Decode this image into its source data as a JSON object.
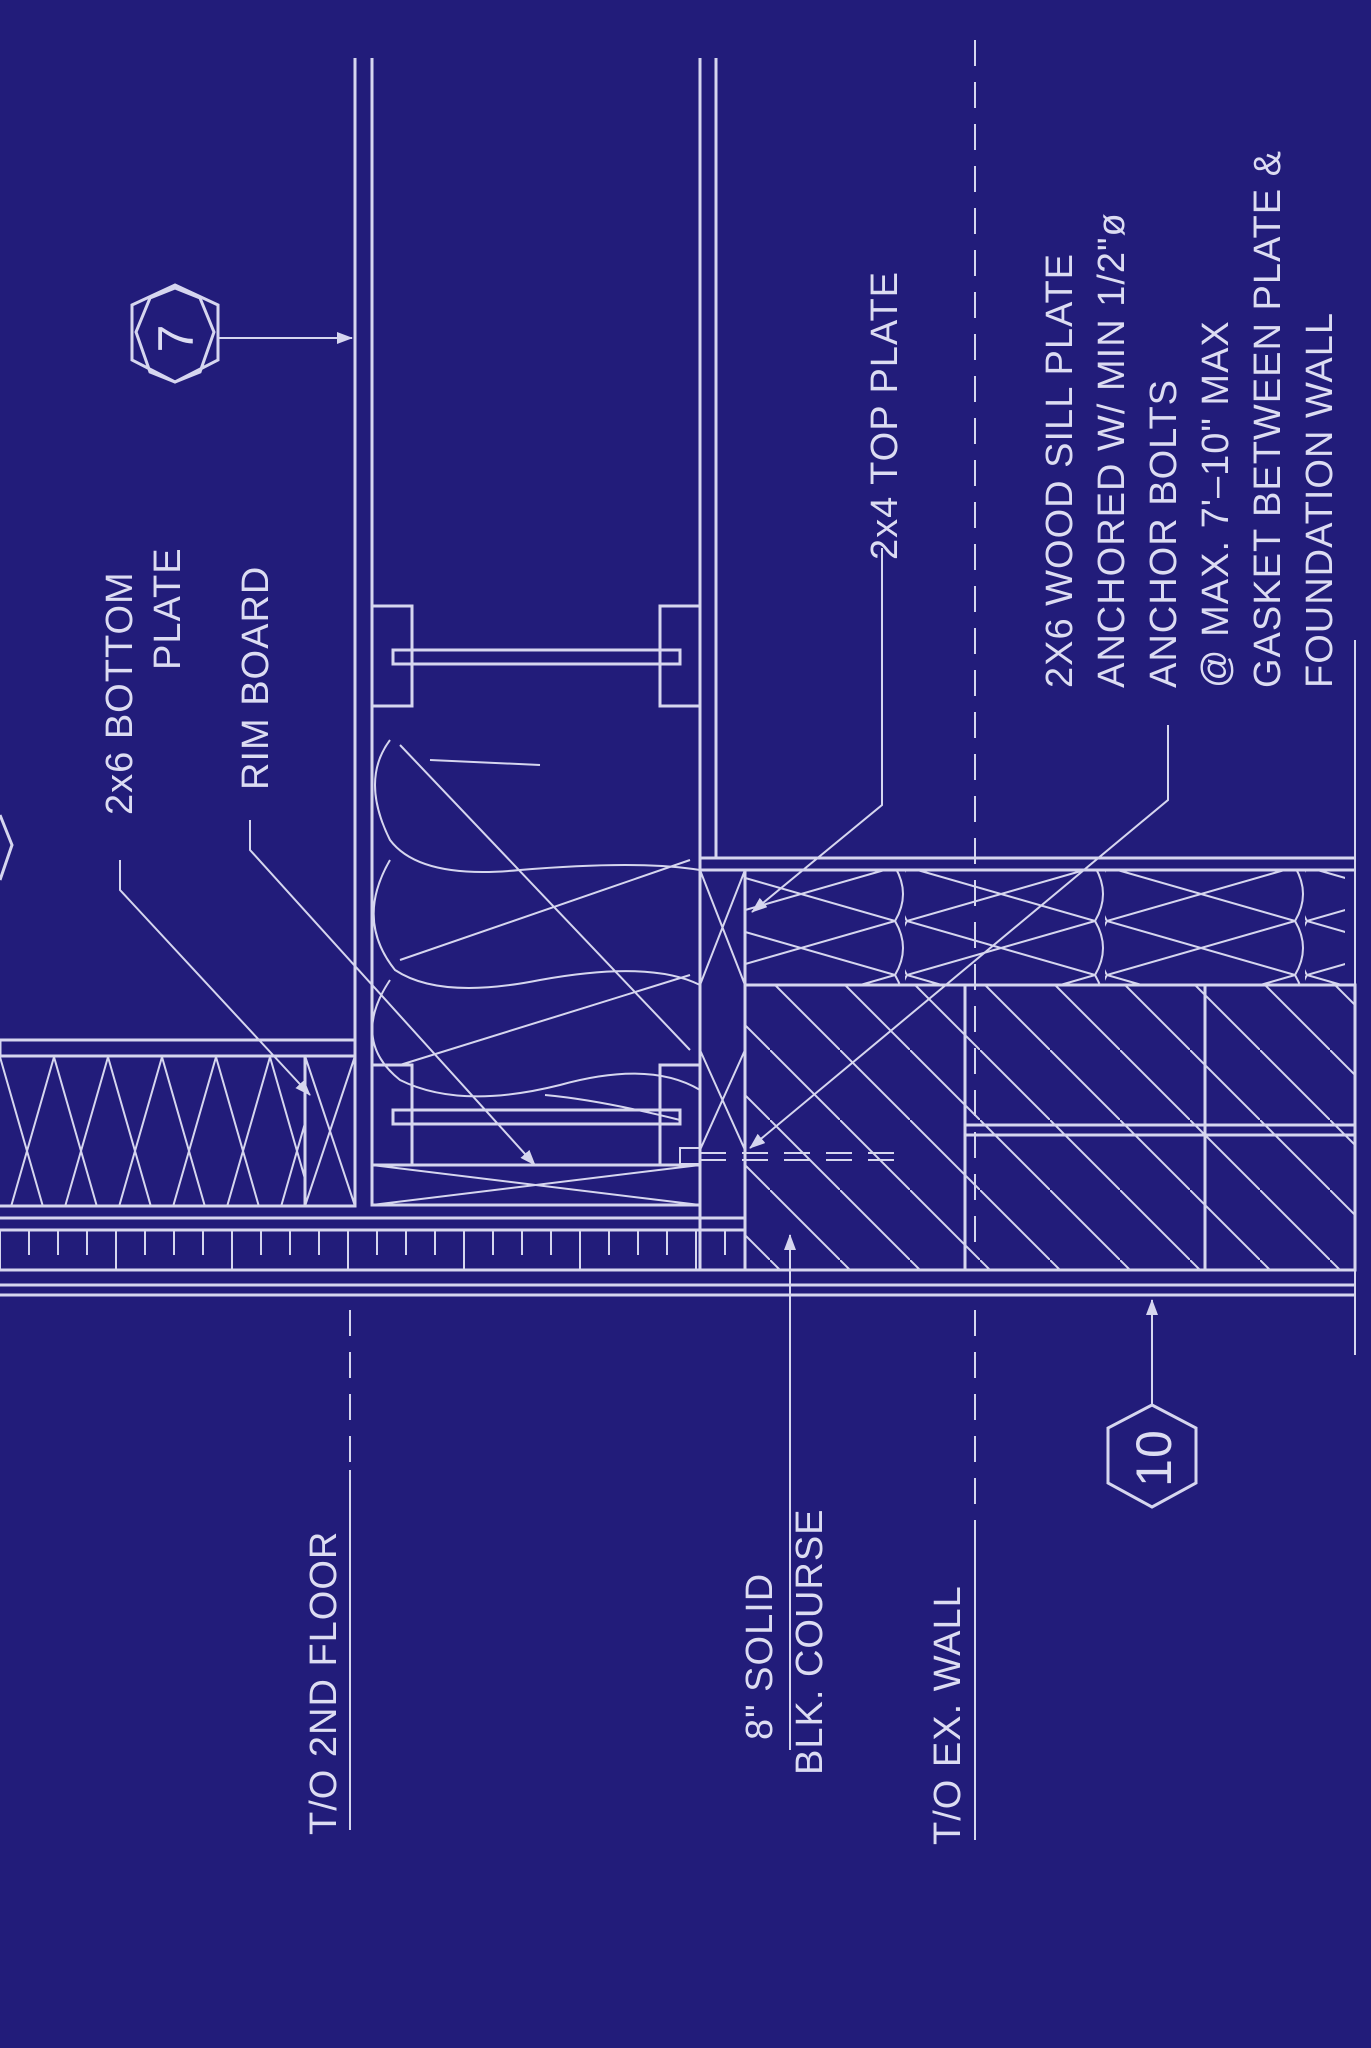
{
  "colors": {
    "background": "#221c7a",
    "linework": "#d6d6ef"
  },
  "tags": {
    "tag_top": "7",
    "tag_bottom": "10"
  },
  "labels": {
    "bottom_plate_line1": "2x6 BOTTOM",
    "bottom_plate_line2": "PLATE",
    "rim_board": "RIM BOARD",
    "top_plate": "2x4 TOP PLATE",
    "sill_plate_note": [
      "2X6 WOOD SILL PLATE",
      "ANCHORED W/ MIN 1/2\"ø",
      "ANCHOR BOLTS",
      "@ MAX. 7'–10\" MAX",
      "GASKET BETWEEN PLATE &",
      "FOUNDATION WALL"
    ],
    "floor_level": "T/O 2ND FLOOR",
    "block_course_line1": "8\" SOLID",
    "block_course_line2": "BLK. COURSE",
    "wall_level": "T/O EX. WALL"
  }
}
